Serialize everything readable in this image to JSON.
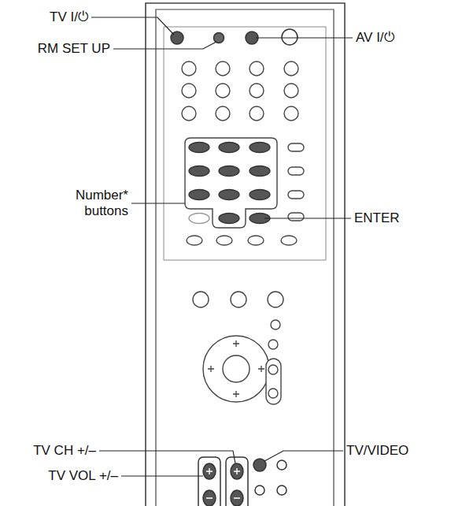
{
  "diagram": {
    "labels": [
      "TV I/⏻",
      "RM SET UP",
      "AV I/⏻",
      "Number* buttons",
      "ENTER",
      "TV CH +/–",
      "TV/VIDEO",
      "TV VOL +/–"
    ]
  }
}
